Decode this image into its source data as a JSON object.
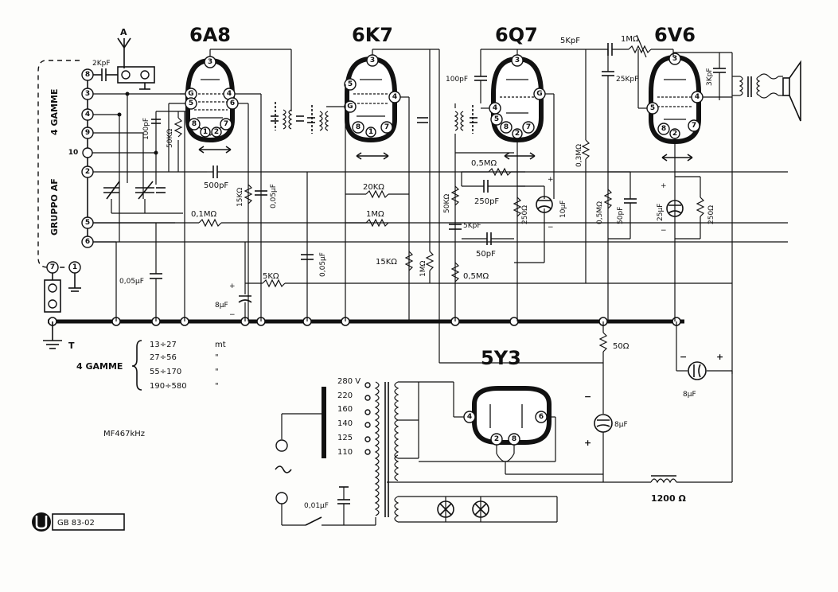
{
  "tubes": {
    "t1": "6A8",
    "t2": "6K7",
    "t3": "6Q7",
    "t4": "6V6",
    "rect": "5Y3"
  },
  "labels": {
    "antenna": "A",
    "ground": "T",
    "gruppo": "GRUPPO AF",
    "quattro_gamme": "4 GAMME",
    "mf": "MF467kHz",
    "logo_code": "GB 83-02"
  },
  "terminals": [
    "8",
    "3",
    "4",
    "9",
    "10",
    "2",
    "5",
    "6",
    "7",
    "1"
  ],
  "components": {
    "c_2kpf": "2KpF",
    "c_100pf_a": "100pF",
    "r_50k_a": "50KΩ",
    "c_500pf": "500pF",
    "r_15k_a": "15KΩ",
    "c_005_a": "0,05µF",
    "r_01m": "0,1MΩ",
    "c_005_b": "0,05µF",
    "c_8uf_a": "8µF",
    "r_5k": "5KΩ",
    "r_20k": "20KΩ",
    "r_1m_a": "1MΩ",
    "c_005_c": "0,05µF",
    "r_15k_b": "15KΩ",
    "c_100pf_b": "100pF",
    "r_05m_a": "0,5MΩ",
    "c_250pf": "250pF",
    "r_50k_b": "50KΩ",
    "c_5kpf_a": "5KpF",
    "r_250_a": "250Ω",
    "c_10uf": "10µF",
    "c_50pf_a": "50pF",
    "r_1m_b": "1MΩ",
    "r_05m_b": "0,5MΩ",
    "c_5kpf_b": "5KpF",
    "r_1m_c": "1MΩ",
    "c_25kpf": "25KpF",
    "r_03m": "0,3MΩ",
    "r_05m_c": "0,5MΩ",
    "c_50pf_b": "50pF",
    "c_25uf": "25µF",
    "r_250_b": "250Ω",
    "c_3kpf": "3KpF",
    "r_50": "50Ω",
    "c_8uf_b": "8µF",
    "c_8uf_c": "8µF",
    "choke": "1200 Ω",
    "c_001": "0,01µF"
  },
  "gamme_table": {
    "title": "4 GAMME",
    "rows": [
      {
        "range": "13÷27",
        "unit": "mt"
      },
      {
        "range": "27÷56",
        "unit": "\""
      },
      {
        "range": "55÷170",
        "unit": "\""
      },
      {
        "range": "190÷580",
        "unit": "\""
      }
    ]
  },
  "taps": [
    "280 V",
    "220",
    "160",
    "140",
    "125",
    "110"
  ]
}
